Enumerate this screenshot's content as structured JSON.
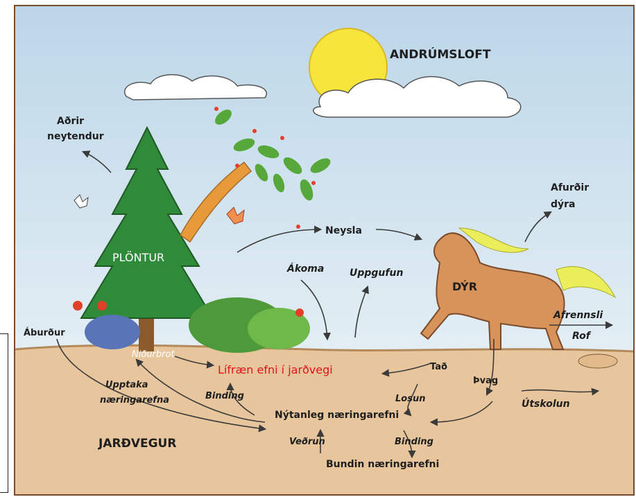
{
  "labels": {
    "atmosphere": "ANDRÚMSLOFT",
    "other_consumers_line1": "Aðrir",
    "other_consumers_line2": "neytendur",
    "animal_products_line1": "Afurðir",
    "animal_products_line2": "dýra",
    "plants": "PLÖNTUR",
    "animals": "DÝR",
    "consumption": "Neysla",
    "deposition": "Ákoma",
    "evaporation": "Uppgufun",
    "runoff": "Afrennsli",
    "erosion": "Rof",
    "fertilizer": "Áburður",
    "decomposition": "Niðurbrot",
    "soil_organic_matter": "Lífræn efni í jarðvegi",
    "dung": "Tað",
    "urine": "Þvag",
    "release": "Losun",
    "nutrient_uptake_line1": "Upptaka",
    "nutrient_uptake_line2": "næringarefna",
    "binding_upper": "Binding",
    "available_nutrients": "Nýtanleg næringarefni",
    "leaching": "Útskolun",
    "weathering": "Veðrun",
    "binding_lower": "Binding",
    "bound_nutrients": "Bundin næringarefni",
    "soil": "JARÐVEGUR"
  },
  "colors": {
    "sky": "#cfe2ee",
    "soil": "#e8c9a0",
    "sun": "#f6e53a",
    "tree": "#2f8a3a",
    "horse": "#d8935a",
    "mane": "#e9ee5a",
    "highlight_text": "#e0141a",
    "arrow": "#3a3a3a"
  }
}
